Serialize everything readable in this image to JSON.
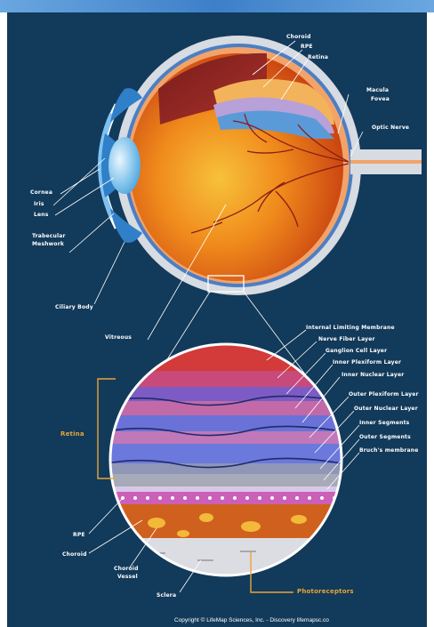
{
  "eye_labels": {
    "choroid": "Choroid",
    "rpe": "RPE",
    "retina": "Retina",
    "macula": "Macula",
    "fovea": "Fovea",
    "optic_nerve": "Optic Nerve",
    "cornea": "Cornea",
    "iris": "Iris",
    "lens": "Lens",
    "trabecular": "Trabecular",
    "meshwork": "Meshwork",
    "ciliary_body": "Ciliary Body",
    "vitreous": "Vitreous"
  },
  "retina_layers": [
    "Internal Limiting Membrane",
    "Nerve Fiber Layer",
    "Ganglion Cell Layer",
    "Inner Plexiform Layer",
    "Inner Nuclear Layer",
    "Outer Plexiform Layer",
    "Outer Nuclear Layer",
    "Inner Segments",
    "Outer Segments",
    "Bruch's membrane"
  ],
  "detail_labels": {
    "retina": "Retina",
    "rpe": "RPE",
    "choroid": "Choroid",
    "choroid_vessel_1": "Choroid",
    "choroid_vessel_2": "Vessel",
    "sclera": "Sclera",
    "photoreceptors": "Photoreceptors"
  },
  "copyright": "Copyright © LifeMap Sciences, Inc. - Discovery lifemapsc.co",
  "colors": {
    "background": "#123a5a",
    "label": "#ffffff",
    "bracket": "#e8a53a"
  }
}
